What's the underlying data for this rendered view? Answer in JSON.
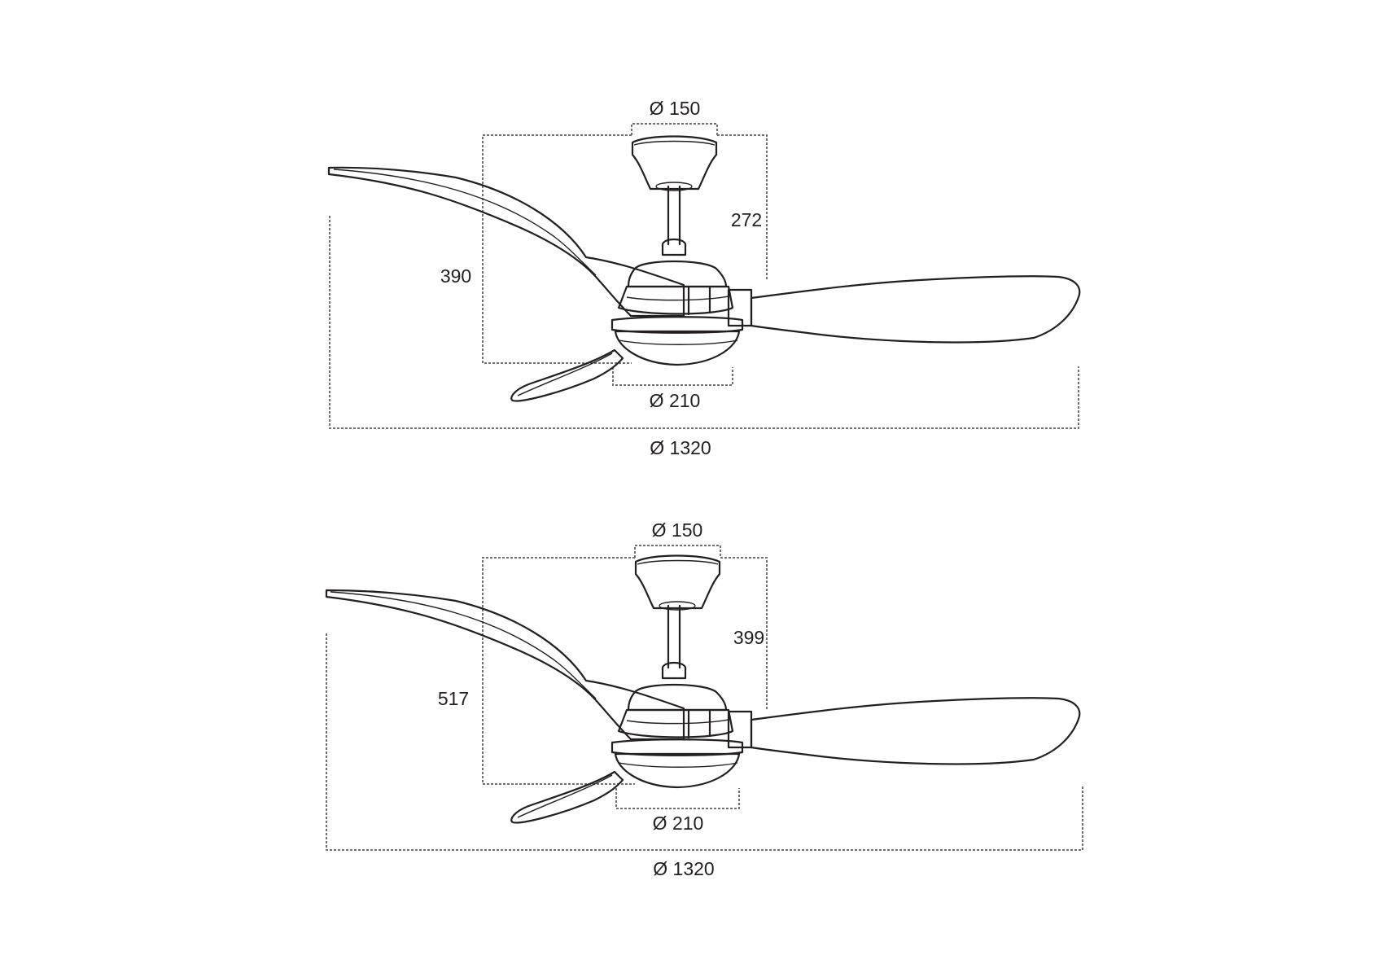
{
  "diagrams": [
    {
      "top_diameter": "Ø 150",
      "downrod_height": "272",
      "total_height": "390",
      "light_diameter": "Ø 210",
      "blade_span": "Ø 1320"
    },
    {
      "top_diameter": "Ø 150",
      "downrod_height": "399",
      "total_height": "517",
      "light_diameter": "Ø 210",
      "blade_span": "Ø 1320"
    }
  ],
  "colors": {
    "line": "#231f20",
    "dimension": "#707070",
    "background": "#ffffff"
  }
}
